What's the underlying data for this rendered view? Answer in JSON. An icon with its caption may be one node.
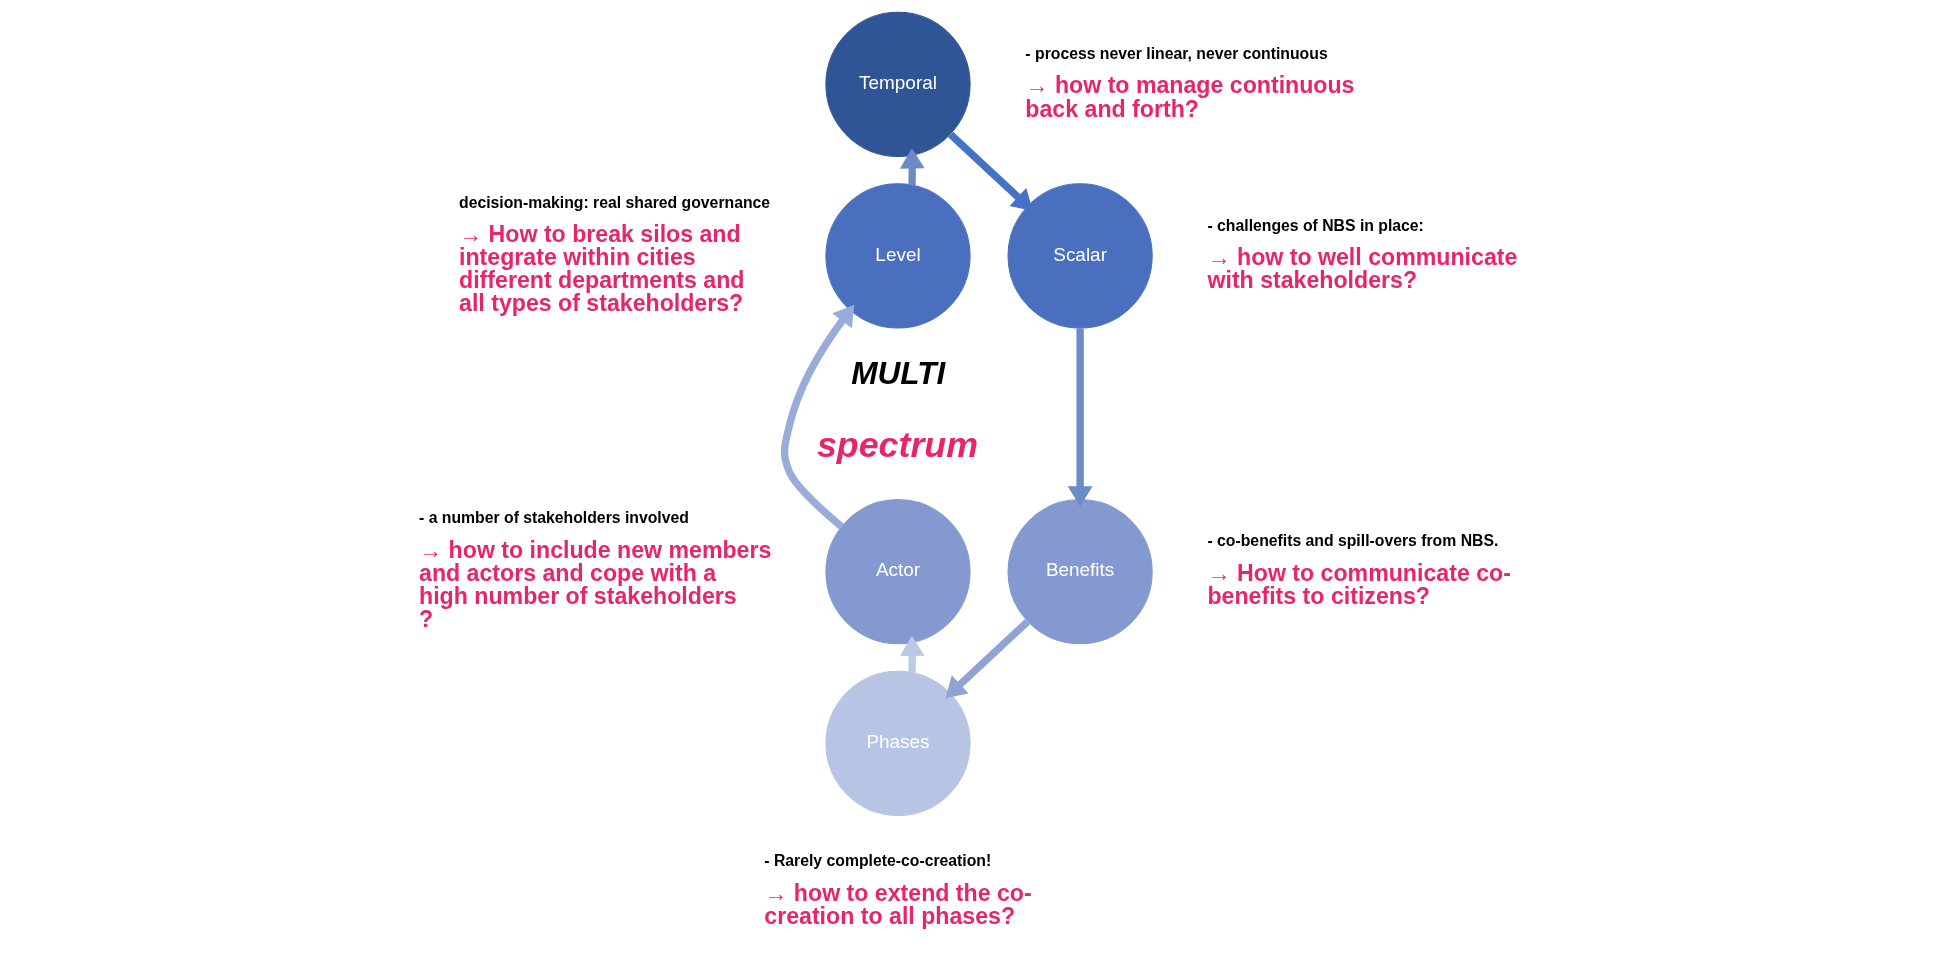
{
  "diagram": {
    "nodes": [
      {
        "text": [
          "Temporal"
        ],
        "beside": [
          "- process never linear, never continuous",
          "→ how to manage continuous back and forth?"
        ]
      },
      {
        "text": [
          "Scalar"
        ],
        "beside": [
          "- challenges of NBS in place:",
          "→ how to well communicate with stakeholders?"
        ]
      },
      {
        "text": [
          "Benefits"
        ],
        "beside": [
          "- co-benefits and spill-overs from NBS.",
          "→ How to communicate co-benefits to citizens?"
        ]
      },
      {
        "text": [
          "Phases"
        ],
        "beside": [
          "- Rarely complete-co-creation!",
          "→ how to extend the co-creation to all phases?"
        ]
      },
      {
        "text": [
          "Actor"
        ],
        "beside": [
          "- a number of stakeholders involved",
          "→ how to include new members and actors and cope with a high number of stakeholders ?"
        ]
      },
      {
        "text": [
          "Level"
        ],
        "beside": [
          "decision-making: real shared governance",
          "→ How to break silos and integrate within cities different departments and all types of stakeholders?"
        ]
      }
    ],
    "edges": [
      {
        "from": 5,
        "to": 0,
        "arrow": "to",
        "color": "#6d8ac6"
      },
      {
        "from": 0,
        "to": 1,
        "arrow": "to",
        "color": "#4472c4"
      },
      {
        "from": 1,
        "to": 2,
        "arrow": "to",
        "color": "#6b8bc9"
      },
      {
        "from": 2,
        "to": 3,
        "arrow": "to",
        "color": "#8fa4d3"
      },
      {
        "from": 3,
        "to": 4,
        "arrow": "to",
        "color": "#bdc8e4"
      },
      {
        "from": 4,
        "to": 5,
        "arrow": "to",
        "color": "#99acd9"
      }
    ],
    "labels": [
      "MULTI",
      "spectrum"
    ]
  }
}
